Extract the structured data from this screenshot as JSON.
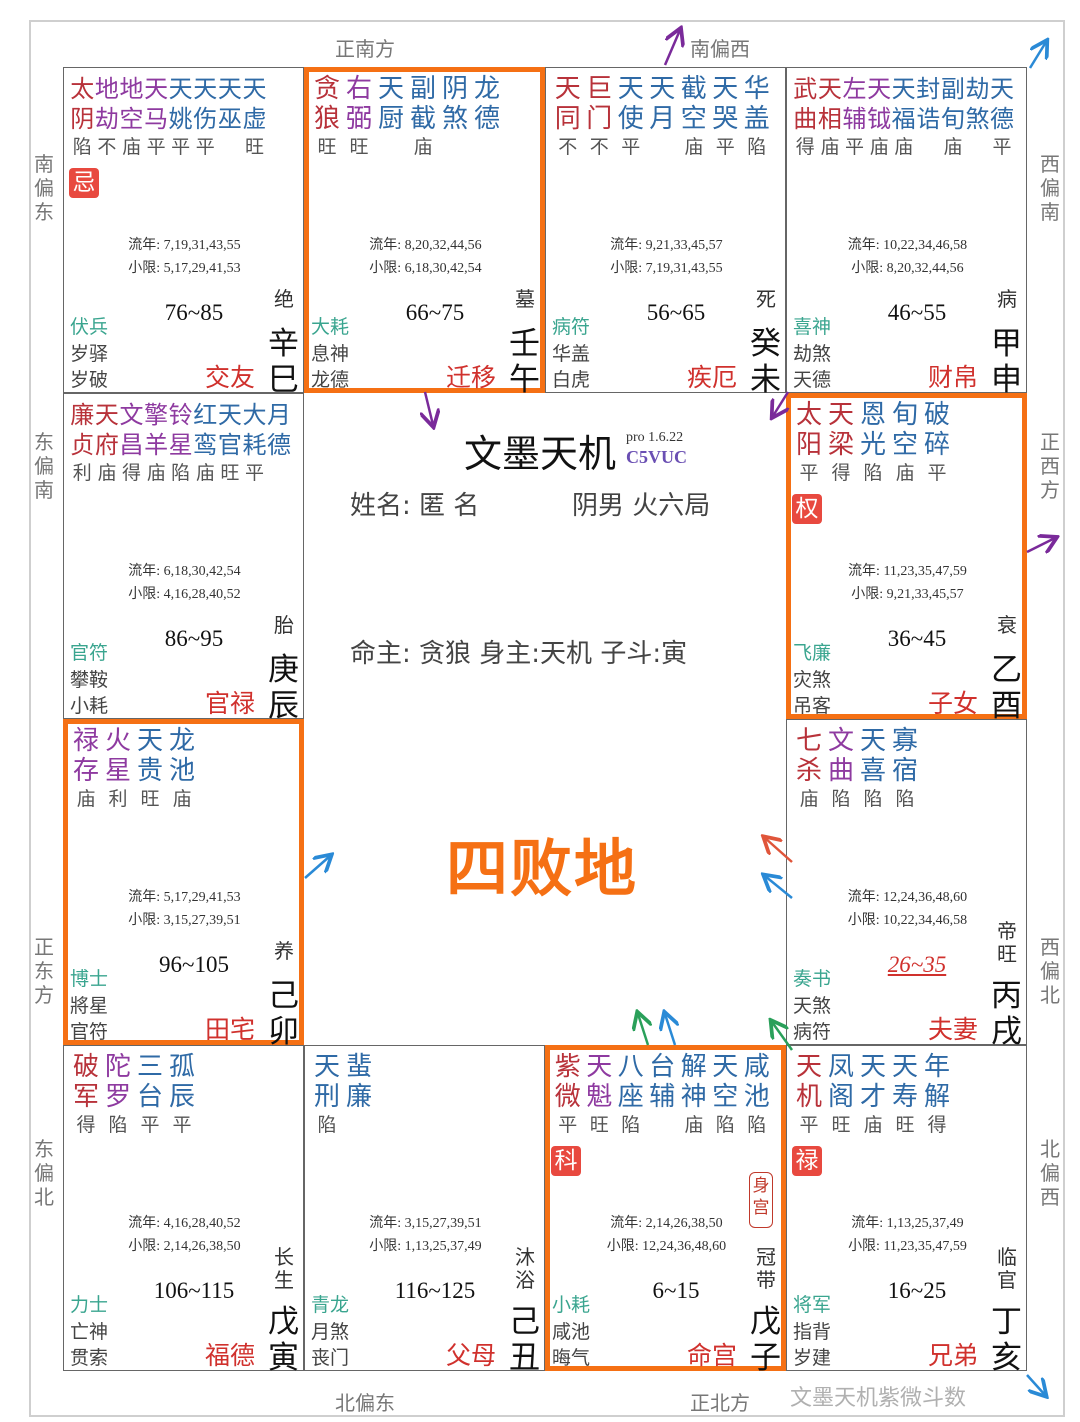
{
  "colors": {
    "main": "#b8323a",
    "aux": "#8e3aa0",
    "minor": "#2f6aa6",
    "highlight": "#f57014",
    "god": "#3aa58f",
    "palace": "#d0312d"
  },
  "directions": {
    "top": [
      "正南方",
      "南偏西"
    ],
    "bottom": [
      "北偏东",
      "正北方"
    ],
    "left": [
      "南偏东",
      "东偏南",
      "正东方",
      "东偏北"
    ],
    "right": [
      "西偏南",
      "正西方",
      "西偏北",
      "北偏西"
    ]
  },
  "center": {
    "title": "文墨天机",
    "version": "pro 1.6.22",
    "code": "C5VUC",
    "name_line": "姓名: 匿 名",
    "gender_line": "阴男 火六局",
    "master_line": "命主: 贪狼 身主:天机  子斗:寅",
    "big_label": "四败地"
  },
  "watermark": "文墨天机紫微斗数",
  "cells": [
    {
      "pos": [
        0,
        0
      ],
      "highlight": false,
      "stars": [
        {
          "name": "太阴",
          "type": "main"
        },
        {
          "name": "地劫",
          "type": "aux"
        },
        {
          "name": "地空",
          "type": "aux"
        },
        {
          "name": "天马",
          "type": "aux"
        },
        {
          "name": "天姚",
          "type": "minor"
        },
        {
          "name": "天伤",
          "type": "minor"
        },
        {
          "name": "天巫",
          "type": "minor"
        },
        {
          "name": "天虚",
          "type": "minor"
        }
      ],
      "brightness": [
        "陷",
        "不",
        "庙",
        "平",
        "平",
        "平",
        "",
        "旺"
      ],
      "hua": "忌",
      "liunian": "流年: 7,19,31,43,55",
      "xiaoxian": "小限: 5,17,29,41,53",
      "decade": "76~85",
      "changsheng": "绝",
      "stem": "辛",
      "branch": "巳",
      "gods": [
        "伏兵",
        "岁驿",
        "岁破"
      ],
      "palace": "交友"
    },
    {
      "pos": [
        0,
        1
      ],
      "highlight": true,
      "stars": [
        {
          "name": "贪狼",
          "type": "main"
        },
        {
          "name": "右弼",
          "type": "aux"
        },
        {
          "name": "天厨",
          "type": "minor"
        },
        {
          "name": "副截",
          "type": "minor"
        },
        {
          "name": "阴煞",
          "type": "minor"
        },
        {
          "name": "龙德",
          "type": "minor"
        }
      ],
      "brightness": [
        "旺",
        "旺",
        "",
        "庙",
        "",
        ""
      ],
      "liunian": "流年: 8,20,32,44,56",
      "xiaoxian": "小限: 6,18,30,42,54",
      "decade": "66~75",
      "changsheng": "墓",
      "stem": "壬",
      "branch": "午",
      "gods": [
        "大耗",
        "息神",
        "龙德"
      ],
      "palace": "迁移"
    },
    {
      "pos": [
        0,
        2
      ],
      "highlight": false,
      "stars": [
        {
          "name": "天同",
          "type": "main"
        },
        {
          "name": "巨门",
          "type": "main"
        },
        {
          "name": "天使",
          "type": "minor"
        },
        {
          "name": "天月",
          "type": "minor"
        },
        {
          "name": "截空",
          "type": "minor"
        },
        {
          "name": "天哭",
          "type": "minor"
        },
        {
          "name": "华盖",
          "type": "minor"
        }
      ],
      "brightness": [
        "不",
        "不",
        "平",
        "",
        "庙",
        "平",
        "陷"
      ],
      "liunian": "流年: 9,21,33,45,57",
      "xiaoxian": "小限: 7,19,31,43,55",
      "decade": "56~65",
      "changsheng": "死",
      "stem": "癸",
      "branch": "未",
      "gods": [
        "病符",
        "华盖",
        "白虎"
      ],
      "palace": "疾厄"
    },
    {
      "pos": [
        0,
        3
      ],
      "highlight": false,
      "stars": [
        {
          "name": "武曲",
          "type": "main"
        },
        {
          "name": "天相",
          "type": "main"
        },
        {
          "name": "左辅",
          "type": "aux"
        },
        {
          "name": "天钺",
          "type": "aux"
        },
        {
          "name": "天福",
          "type": "minor"
        },
        {
          "name": "封诰",
          "type": "minor"
        },
        {
          "name": "副旬",
          "type": "minor"
        },
        {
          "name": "劫煞",
          "type": "minor"
        },
        {
          "name": "天德",
          "type": "minor"
        }
      ],
      "brightness": [
        "得",
        "庙",
        "平",
        "庙",
        "庙",
        "",
        "庙",
        "",
        "平"
      ],
      "liunian": "流年: 10,22,34,46,58",
      "xiaoxian": "小限: 8,20,32,44,56",
      "decade": "46~55",
      "changsheng": "病",
      "stem": "甲",
      "branch": "申",
      "gods": [
        "喜神",
        "劫煞",
        "天德"
      ],
      "palace": "财帛"
    },
    {
      "pos": [
        1,
        0
      ],
      "highlight": false,
      "stars": [
        {
          "name": "廉贞",
          "type": "main"
        },
        {
          "name": "天府",
          "type": "main"
        },
        {
          "name": "文昌",
          "type": "aux"
        },
        {
          "name": "擎羊",
          "type": "aux"
        },
        {
          "name": "铃星",
          "type": "aux"
        },
        {
          "name": "红鸾",
          "type": "minor"
        },
        {
          "name": "天官",
          "type": "minor"
        },
        {
          "name": "大耗",
          "type": "minor"
        },
        {
          "name": "月德",
          "type": "minor"
        }
      ],
      "brightness": [
        "利",
        "庙",
        "得",
        "庙",
        "陷",
        "庙",
        "旺",
        "平",
        ""
      ],
      "liunian": "流年: 6,18,30,42,54",
      "xiaoxian": "小限: 4,16,28,40,52",
      "decade": "86~95",
      "changsheng": "胎",
      "stem": "庚",
      "branch": "辰",
      "gods": [
        "官符",
        "攀鞍",
        "小耗"
      ],
      "palace": "官禄"
    },
    {
      "pos": [
        1,
        3
      ],
      "highlight": true,
      "stars": [
        {
          "name": "太阳",
          "type": "main"
        },
        {
          "name": "天梁",
          "type": "main"
        },
        {
          "name": "恩光",
          "type": "minor"
        },
        {
          "name": "旬空",
          "type": "minor"
        },
        {
          "name": "破碎",
          "type": "minor"
        }
      ],
      "brightness": [
        "平",
        "得",
        "陷",
        "庙",
        "平"
      ],
      "hua": "权",
      "liunian": "流年: 11,23,35,47,59",
      "xiaoxian": "小限: 9,21,33,45,57",
      "decade": "36~45",
      "changsheng": "衰",
      "stem": "乙",
      "branch": "酉",
      "gods": [
        "飞廉",
        "灾煞",
        "吊客"
      ],
      "palace": "子女"
    },
    {
      "pos": [
        2,
        0
      ],
      "highlight": true,
      "stars": [
        {
          "name": "禄存",
          "type": "aux"
        },
        {
          "name": "火星",
          "type": "aux"
        },
        {
          "name": "天贵",
          "type": "minor"
        },
        {
          "name": "龙池",
          "type": "minor"
        }
      ],
      "brightness": [
        "庙",
        "利",
        "旺",
        "庙"
      ],
      "liunian": "流年: 5,17,29,41,53",
      "xiaoxian": "小限: 3,15,27,39,51",
      "decade": "96~105",
      "changsheng": "养",
      "stem": "己",
      "branch": "卯",
      "gods": [
        "博士",
        "將星",
        "官符"
      ],
      "palace": "田宅"
    },
    {
      "pos": [
        2,
        3
      ],
      "highlight": false,
      "stars": [
        {
          "name": "七杀",
          "type": "main"
        },
        {
          "name": "文曲",
          "type": "aux"
        },
        {
          "name": "天喜",
          "type": "minor"
        },
        {
          "name": "寡宿",
          "type": "minor"
        }
      ],
      "brightness": [
        "庙",
        "陷",
        "陷",
        "陷"
      ],
      "liunian": "流年: 12,24,36,48,60",
      "xiaoxian": "小限: 10,22,34,46,58",
      "decade": "26~35",
      "current": true,
      "changsheng": "帝旺",
      "stem": "丙",
      "branch": "戌",
      "gods": [
        "奏书",
        "天煞",
        "病符"
      ],
      "palace": "夫妻"
    },
    {
      "pos": [
        3,
        0
      ],
      "highlight": false,
      "stars": [
        {
          "name": "破军",
          "type": "main"
        },
        {
          "name": "陀罗",
          "type": "aux"
        },
        {
          "name": "三台",
          "type": "minor"
        },
        {
          "name": "孤辰",
          "type": "minor"
        }
      ],
      "brightness": [
        "得",
        "陷",
        "平",
        "平"
      ],
      "liunian": "流年: 4,16,28,40,52",
      "xiaoxian": "小限: 2,14,26,38,50",
      "decade": "106~115",
      "changsheng": "长生",
      "stem": "戊",
      "branch": "寅",
      "gods": [
        "力士",
        "亡神",
        "贯索"
      ],
      "palace": "福德"
    },
    {
      "pos": [
        3,
        1
      ],
      "highlight": false,
      "stars": [
        {
          "name": "天刑",
          "type": "minor"
        },
        {
          "name": "蜚廉",
          "type": "minor"
        }
      ],
      "brightness": [
        "陷",
        ""
      ],
      "liunian": "流年: 3,15,27,39,51",
      "xiaoxian": "小限: 1,13,25,37,49",
      "decade": "116~125",
      "changsheng": "沐浴",
      "stem": "己",
      "branch": "丑",
      "gods": [
        "青龙",
        "月煞",
        "丧门"
      ],
      "palace": "父母"
    },
    {
      "pos": [
        3,
        2
      ],
      "highlight": true,
      "stars": [
        {
          "name": "紫微",
          "type": "main"
        },
        {
          "name": "天魁",
          "type": "aux"
        },
        {
          "name": "八座",
          "type": "minor"
        },
        {
          "name": "台辅",
          "type": "minor"
        },
        {
          "name": "解神",
          "type": "minor"
        },
        {
          "name": "天空",
          "type": "minor"
        },
        {
          "name": "咸池",
          "type": "minor"
        }
      ],
      "brightness": [
        "平",
        "旺",
        "陷",
        "",
        "庙",
        "陷",
        "陷"
      ],
      "hua": "科",
      "shen": "身宫",
      "liunian": "流年: 2,14,26,38,50",
      "xiaoxian": "小限: 12,24,36,48,60",
      "decade": "6~15",
      "changsheng": "冠带",
      "stem": "戊",
      "branch": "子",
      "gods": [
        "小耗",
        "咸池",
        "晦气"
      ],
      "palace": "命宫"
    },
    {
      "pos": [
        3,
        3
      ],
      "highlight": false,
      "stars": [
        {
          "name": "天机",
          "type": "main"
        },
        {
          "name": "凤阁",
          "type": "minor"
        },
        {
          "name": "天才",
          "type": "minor"
        },
        {
          "name": "天寿",
          "type": "minor"
        },
        {
          "name": "年解",
          "type": "minor"
        }
      ],
      "brightness": [
        "平",
        "旺",
        "庙",
        "旺",
        "得"
      ],
      "hua": "禄",
      "liunian": "流年: 1,13,25,37,49",
      "xiaoxian": "小限: 11,23,35,47,59",
      "decade": "16~25",
      "changsheng": "临官",
      "stem": "丁",
      "branch": "亥",
      "gods": [
        "将军",
        "指背",
        "岁建"
      ],
      "palace": "兄弟"
    }
  ]
}
